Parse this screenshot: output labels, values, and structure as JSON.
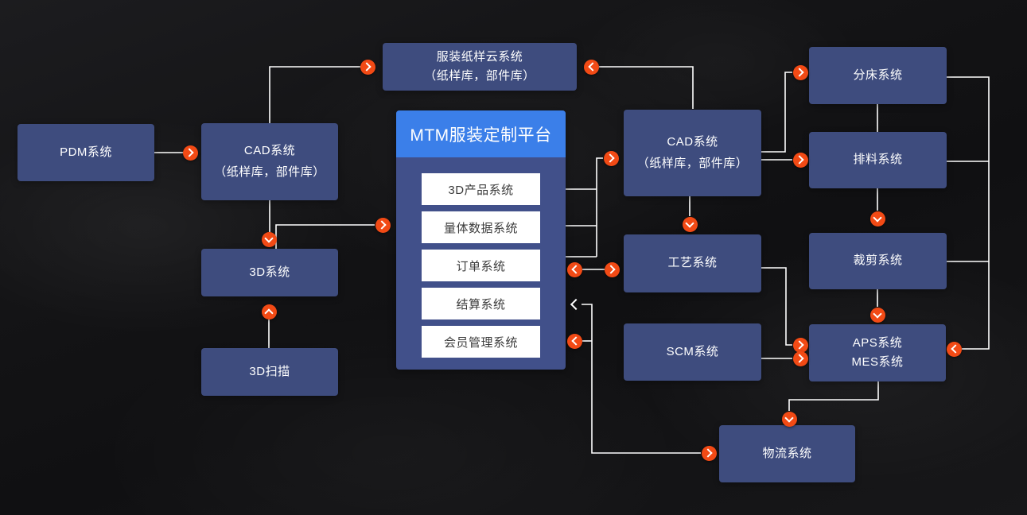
{
  "diagram": {
    "platform": {
      "title": "MTM服装定制平台",
      "items": [
        "3D产品系统",
        "量体数据系统",
        "订单系统",
        "结算系统",
        "会员管理系统"
      ]
    },
    "nodes": {
      "pdm": {
        "label": "PDM系统"
      },
      "cad_left": {
        "label": "CAD系统",
        "sublabel": "（纸样库，部件库）"
      },
      "three_d": {
        "label": "3D系统"
      },
      "scan_3d": {
        "label": "3D扫描"
      },
      "pattern_cloud": {
        "label": "服装纸样云系统",
        "sublabel": "（纸样库，部件库）"
      },
      "cad_right": {
        "label": "CAD系统",
        "sublabel": "（纸样库，部件库）"
      },
      "process": {
        "label": "工艺系统"
      },
      "scm": {
        "label": "SCM系统"
      },
      "bed_splitting": {
        "label": "分床系统"
      },
      "nesting": {
        "label": "排料系统"
      },
      "cutting": {
        "label": "裁剪系统"
      },
      "aps_mes": {
        "label": "APS系统",
        "sublabel": "MES系统"
      },
      "logistics": {
        "label": "物流系统"
      }
    },
    "colors": {
      "node_blue": "#3e4c7e",
      "platform_header_blue": "#3b7fe9",
      "platform_body_blue": "#41508a",
      "arrow_orange": "#f24a15",
      "connector_white": "#ffffff",
      "background_dark": "#131316"
    }
  }
}
